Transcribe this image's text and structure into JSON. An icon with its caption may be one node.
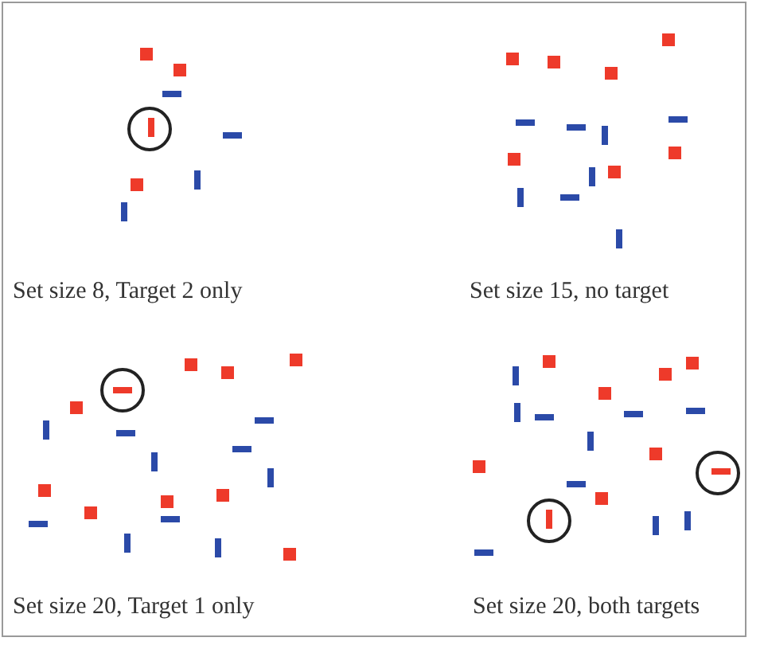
{
  "diagram": {
    "labels": [
      "Set size 8, Target 2 only",
      "Set size 15, no target",
      "Set size 20, Target 1 only",
      "Set size 20, both targets"
    ]
  }
}
